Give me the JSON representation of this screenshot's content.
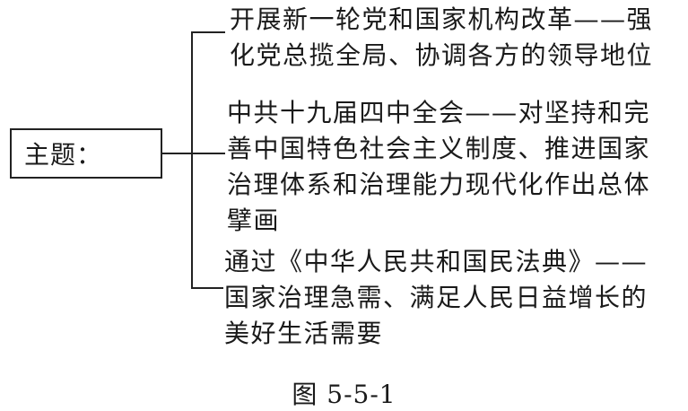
{
  "topic": {
    "label": "主题："
  },
  "branches": [
    {
      "lines": [
        "开展新一轮党和国家机构改革——强",
        "化党总揽全局、协调各方的领导地位"
      ]
    },
    {
      "lines": [
        "中共十九届四中全会——对坚持和完",
        "善中国特色社会主义制度、推进国家",
        "治理体系和治理能力现代化作出总体",
        "擘画"
      ]
    },
    {
      "lines": [
        "通过《中华人民共和国民法典》——",
        "国家治理急需、满足人民日益增长的",
        "美好生活需要"
      ]
    }
  ],
  "caption": "图 5-5-1"
}
